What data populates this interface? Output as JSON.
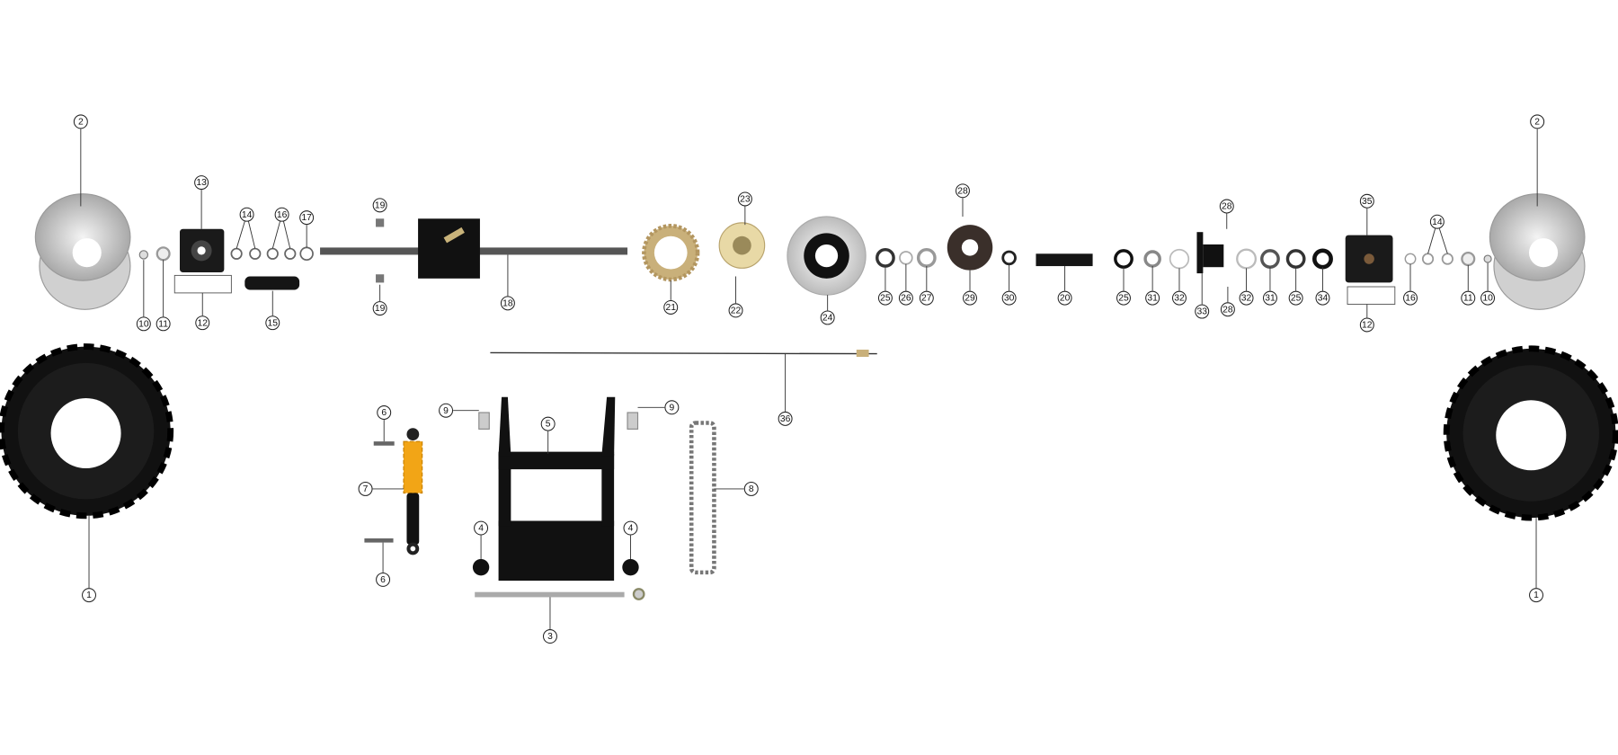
{
  "diagram": {
    "type": "exploded-parts-view",
    "callouts": [
      "2",
      "2",
      "13",
      "14",
      "16",
      "17",
      "10",
      "11",
      "12",
      "15",
      "19",
      "19",
      "18",
      "21",
      "22",
      "23",
      "24",
      "25",
      "26",
      "27",
      "28",
      "29",
      "30",
      "20",
      "25",
      "31",
      "32",
      "33",
      "28",
      "28",
      "32",
      "31",
      "25",
      "34",
      "35",
      "12",
      "16",
      "14",
      "11",
      "10",
      "36",
      "9",
      "9",
      "5",
      "6",
      "7",
      "6",
      "4",
      "4",
      "8",
      "3",
      "1",
      "1"
    ],
    "colors": {
      "metal": "#c8c8c8",
      "black": "#111111",
      "spring": "#f2a516",
      "gold": "#d9c08a"
    }
  }
}
